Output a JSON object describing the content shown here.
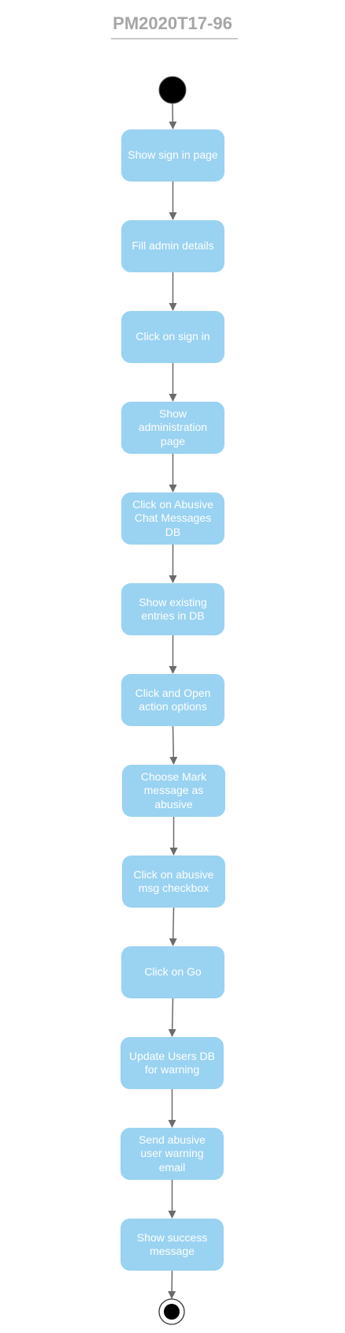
{
  "diagram": {
    "title": "PM2020T17-96",
    "nodes": [
      {
        "id": "n1",
        "label": "Show sign in page"
      },
      {
        "id": "n2",
        "label": "Fill admin details"
      },
      {
        "id": "n3",
        "label": "Click on sign in"
      },
      {
        "id": "n4",
        "label": "Show administration page"
      },
      {
        "id": "n5",
        "label": "Click on Abusive Chat Messages DB"
      },
      {
        "id": "n6",
        "label": "Show existing entries in DB"
      },
      {
        "id": "n7",
        "label": "Click and Open action options"
      },
      {
        "id": "n8",
        "label": "Choose Mark message as abusive"
      },
      {
        "id": "n9",
        "label": "Click on abusive msg checkbox"
      },
      {
        "id": "n10",
        "label": "Click on Go"
      },
      {
        "id": "n11",
        "label": "Update Users DB for warning"
      },
      {
        "id": "n12",
        "label": "Send abusive user warning email"
      },
      {
        "id": "n13",
        "label": "Show success message"
      }
    ],
    "edges": [
      [
        "start",
        "n1"
      ],
      [
        "n1",
        "n2"
      ],
      [
        "n2",
        "n3"
      ],
      [
        "n3",
        "n4"
      ],
      [
        "n4",
        "n5"
      ],
      [
        "n5",
        "n6"
      ],
      [
        "n6",
        "n7"
      ],
      [
        "n7",
        "n8"
      ],
      [
        "n8",
        "n9"
      ],
      [
        "n9",
        "n10"
      ],
      [
        "n10",
        "n11"
      ],
      [
        "n11",
        "n12"
      ],
      [
        "n12",
        "n13"
      ],
      [
        "n13",
        "end"
      ]
    ],
    "colors": {
      "node_fill": "#9ad2f1",
      "node_text": "#ffffff",
      "edge": "#6b6b6b",
      "title": "#a6a6a6",
      "start_fill": "#000000"
    }
  }
}
